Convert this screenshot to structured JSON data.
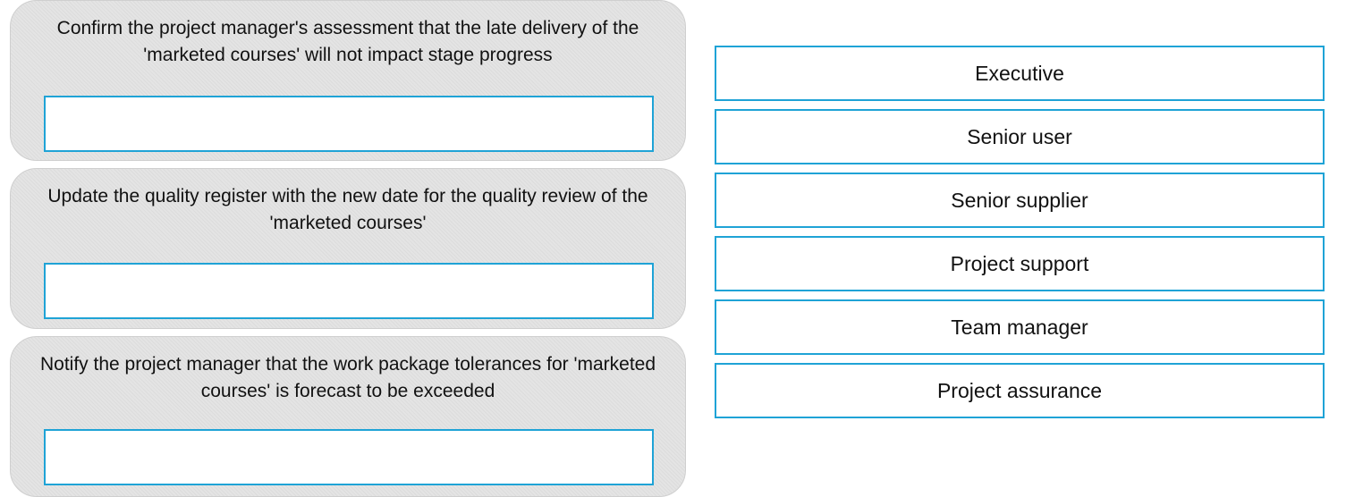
{
  "questions": [
    {
      "text": "Confirm the project manager's assessment that the late delivery of the 'marketed courses' will not impact stage progress",
      "answer": ""
    },
    {
      "text": "Update the quality register with the new date for the quality review of the 'marketed courses'",
      "answer": ""
    },
    {
      "text": "Notify the project manager that the work package tolerances for 'marketed courses' is forecast to be exceeded",
      "answer": ""
    }
  ],
  "options": [
    "Executive",
    "Senior user",
    "Senior supplier",
    "Project support",
    "Team manager",
    "Project assurance"
  ],
  "colors": {
    "accent_border": "#1fa3d6",
    "card_background": "#e4e4e4",
    "card_border": "#cfcfcf"
  }
}
